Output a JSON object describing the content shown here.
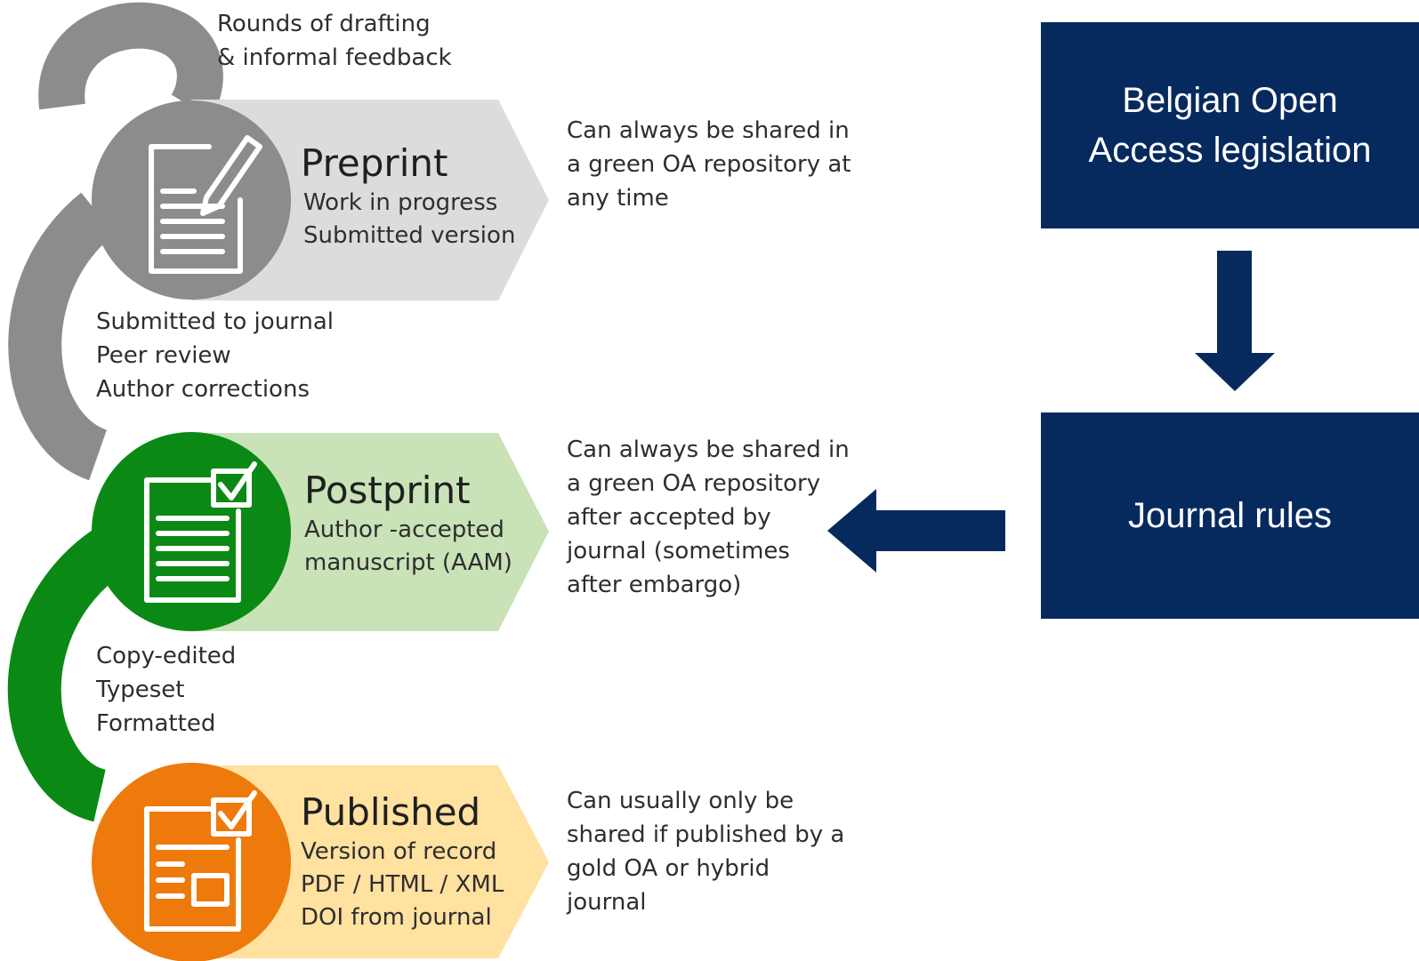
{
  "colors": {
    "gray": "#8c8c8c",
    "gray_chevron": "#dcdcdc",
    "green": "#0a8a14",
    "green_chevron": "#c9e2b8",
    "orange": "#ee7a0c",
    "orange_chevron": "#ffe1a0",
    "navy": "#062a5e"
  },
  "loop_note": [
    "Rounds of drafting",
    "& informal feedback"
  ],
  "stages": [
    {
      "title": "Preprint",
      "lines": [
        "Work in progress",
        "Submitted version"
      ],
      "icon": "document-edit-icon",
      "sharing": [
        "Can always be shared in",
        "a green OA repository at",
        "any time"
      ]
    },
    {
      "title": "Postprint",
      "lines": [
        "Author -accepted",
        "manuscript (AAM)"
      ],
      "icon": "document-check-icon",
      "sharing": [
        "Can always be shared in",
        "a green OA repository",
        "after accepted by",
        "journal (sometimes",
        "after embargo)"
      ]
    },
    {
      "title": "Published",
      "lines": [
        "Version of record",
        "PDF / HTML / XML",
        "DOI from journal"
      ],
      "icon": "published-document-icon",
      "sharing": [
        "Can usually only be",
        "shared if published by a",
        "gold OA or hybrid",
        "journal"
      ]
    }
  ],
  "transitions": [
    [
      "Submitted to journal",
      "Peer review",
      "Author corrections"
    ],
    [
      "Copy-edited",
      "Typeset",
      "Formatted"
    ]
  ],
  "boxes": {
    "legislation": [
      "Belgian Open",
      "Access legislation"
    ],
    "journal_rules": "Journal rules"
  }
}
